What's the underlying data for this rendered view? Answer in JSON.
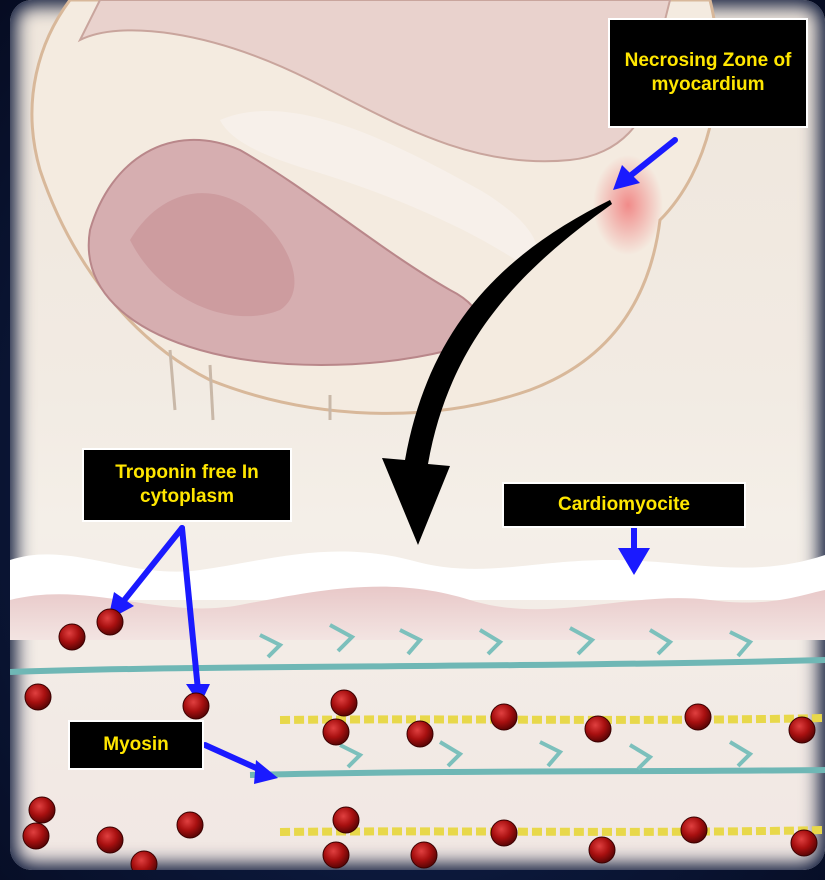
{
  "labels": {
    "necrosing": "Necrosing Zone of myocardium",
    "troponin": "Troponin free In cytoplasm",
    "cardiomyocite": "Cardiomyocite",
    "myosin": "Myosin"
  },
  "colors": {
    "label_bg": "#000000",
    "label_text": "#ffe600",
    "arrow_blue": "#1a1aff",
    "curved_arrow": "#000000",
    "troponin_dot": "#b01818",
    "actin_filament": "#6fb7b5",
    "myosin_filament": "#e8d84a",
    "necrosis_zone": "#f08a8a"
  },
  "icons": {
    "troponin_particle": "red-sphere-icon",
    "pointer": "blue-arrow-icon"
  }
}
